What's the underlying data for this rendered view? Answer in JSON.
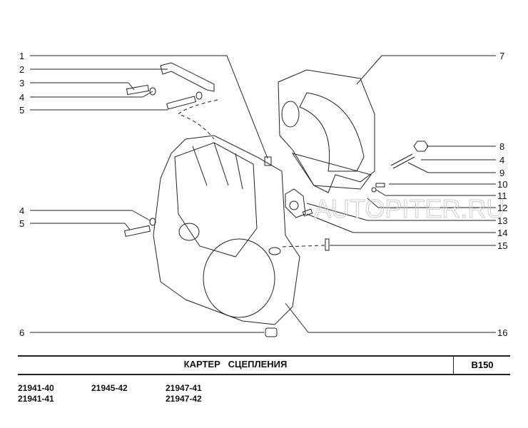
{
  "title": "КАРТЕР   СЦЕПЛЕНИЯ",
  "section_code": "B150",
  "watermark": "AUTOPITER.RU",
  "models": [
    "21941-40",
    "21941-41",
    "21945-42",
    "21947-41",
    "21947-42"
  ],
  "callouts_left": [
    "1",
    "2",
    "3",
    "4",
    "5",
    "4",
    "5",
    "6"
  ],
  "callouts_right": [
    "7",
    "8",
    "4",
    "9",
    "10",
    "11",
    "12",
    "13",
    "14",
    "15",
    "16"
  ]
}
